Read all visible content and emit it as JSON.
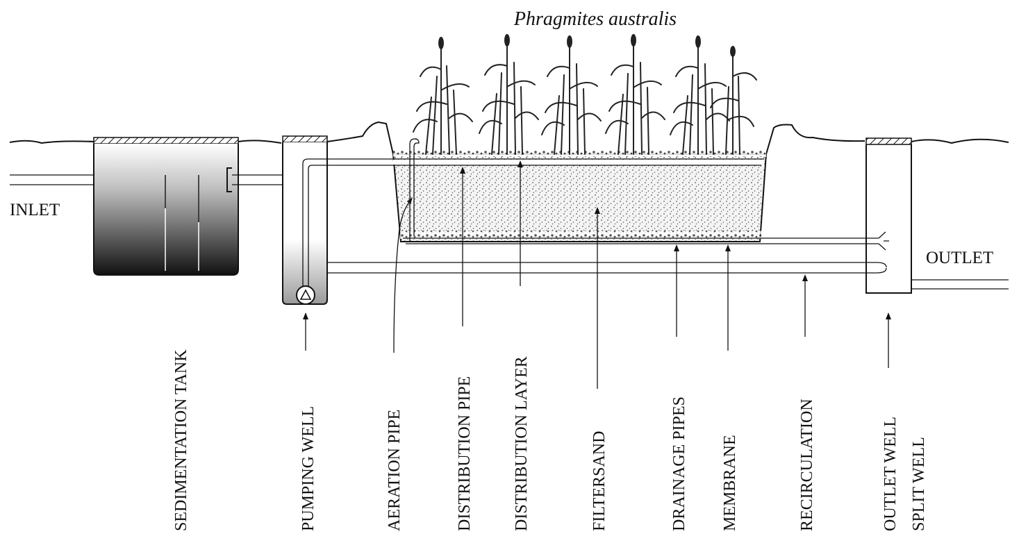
{
  "title": "Phragmites australis",
  "labels": {
    "inlet": "INLET",
    "outlet": "OUTLET",
    "sedimentation_tank": "SEDIMENTATION TANK",
    "pumping_well": "PUMPING WELL",
    "aeration_pipe": "AERATION PIPE",
    "distribution_pipe": "DISTRIBUTION PIPE",
    "distribution_layer": "DISTRIBUTION LAYER",
    "filtersand": "FILTERSAND",
    "drainage_pipes": "DRAINAGE PIPES",
    "membrane": "MEMBRANE",
    "recirculation": "RECIRCULATION",
    "outlet_well": "OUTLET WELL",
    "split_well": "SPLIT WELL"
  },
  "colors": {
    "line": "#111111",
    "tank_dark": "#1a1a1a",
    "tank_light": "#ffffff",
    "sand_dot": "#555555"
  }
}
